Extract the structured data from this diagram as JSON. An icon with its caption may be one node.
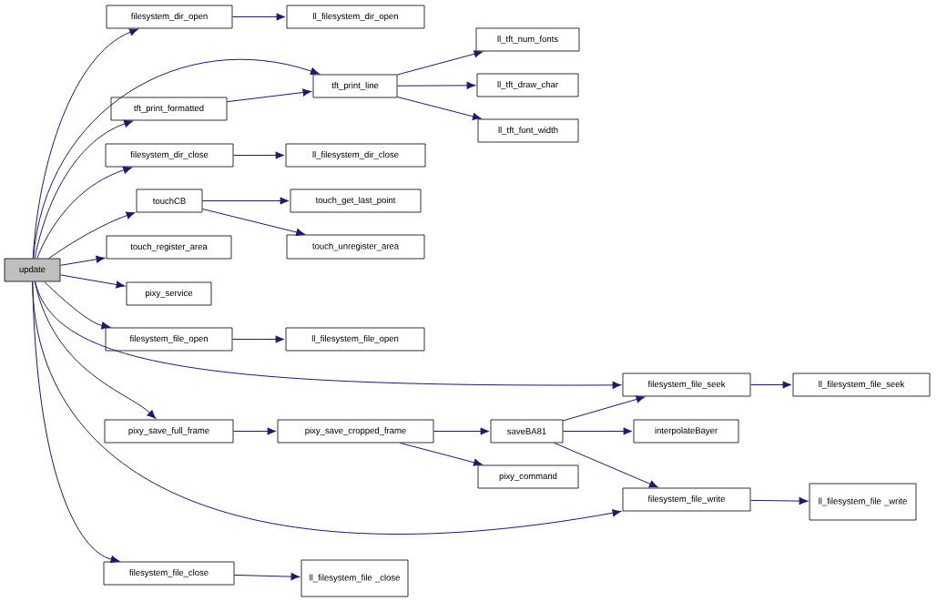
{
  "diagram": {
    "nodes": [
      {
        "text": [
          "update"
        ]
      },
      {
        "text": [
          "filesystem_dir_open"
        ]
      },
      {
        "text": [
          "ll_filesystem_dir_open"
        ]
      },
      {
        "text": [
          "tft_print_line"
        ]
      },
      {
        "text": [
          "ll_tft_num_fonts"
        ]
      },
      {
        "text": [
          "ll_tft_draw_char"
        ]
      },
      {
        "text": [
          "ll_tft_font_width"
        ]
      },
      {
        "text": [
          "tft_print_formatted"
        ]
      },
      {
        "text": [
          "filesystem_dir_close"
        ]
      },
      {
        "text": [
          "ll_filesystem_dir_close"
        ]
      },
      {
        "text": [
          "touchCB"
        ]
      },
      {
        "text": [
          "touch_get_last_point"
        ]
      },
      {
        "text": [
          "touch_unregister_area"
        ]
      },
      {
        "text": [
          "touch_register_area"
        ]
      },
      {
        "text": [
          "pixy_service"
        ]
      },
      {
        "text": [
          "filesystem_file_open"
        ]
      },
      {
        "text": [
          "ll_filesystem_file_open"
        ]
      },
      {
        "text": [
          "filesystem_file_seek"
        ]
      },
      {
        "text": [
          "ll_filesystem_file_seek"
        ]
      },
      {
        "text": [
          "pixy_save_full_frame"
        ]
      },
      {
        "text": [
          "pixy_save_cropped_frame"
        ]
      },
      {
        "text": [
          "saveBA81"
        ]
      },
      {
        "text": [
          "interpolateBayer"
        ]
      },
      {
        "text": [
          "pixy_command"
        ]
      },
      {
        "text": [
          "filesystem_file_write"
        ]
      },
      {
        "text": [
          "ll_filesystem_file _write"
        ]
      },
      {
        "text": [
          "filesystem_file_close"
        ]
      },
      {
        "text": [
          "ll_filesystem_file _close"
        ]
      }
    ],
    "edges": [
      {
        "from": 0,
        "to": 1,
        "arrow": "to"
      },
      {
        "from": 0,
        "to": 3,
        "arrow": "to"
      },
      {
        "from": 0,
        "to": 7,
        "arrow": "to"
      },
      {
        "from": 0,
        "to": 8,
        "arrow": "to"
      },
      {
        "from": 0,
        "to": 10,
        "arrow": "to"
      },
      {
        "from": 0,
        "to": 13,
        "arrow": "to"
      },
      {
        "from": 0,
        "to": 14,
        "arrow": "to"
      },
      {
        "from": 0,
        "to": 15,
        "arrow": "to"
      },
      {
        "from": 0,
        "to": 17,
        "arrow": "to"
      },
      {
        "from": 0,
        "to": 19,
        "arrow": "to"
      },
      {
        "from": 0,
        "to": 24,
        "arrow": "to"
      },
      {
        "from": 0,
        "to": 26,
        "arrow": "to"
      },
      {
        "from": 1,
        "to": 2,
        "arrow": "to"
      },
      {
        "from": 3,
        "to": 4,
        "arrow": "to"
      },
      {
        "from": 3,
        "to": 5,
        "arrow": "to"
      },
      {
        "from": 3,
        "to": 6,
        "arrow": "to"
      },
      {
        "from": 7,
        "to": 3,
        "arrow": "to"
      },
      {
        "from": 8,
        "to": 9,
        "arrow": "to"
      },
      {
        "from": 10,
        "to": 11,
        "arrow": "to"
      },
      {
        "from": 10,
        "to": 12,
        "arrow": "to"
      },
      {
        "from": 15,
        "to": 16,
        "arrow": "to"
      },
      {
        "from": 17,
        "to": 18,
        "arrow": "to"
      },
      {
        "from": 19,
        "to": 20,
        "arrow": "to"
      },
      {
        "from": 20,
        "to": 21,
        "arrow": "to"
      },
      {
        "from": 20,
        "to": 23,
        "arrow": "to"
      },
      {
        "from": 21,
        "to": 17,
        "arrow": "to"
      },
      {
        "from": 21,
        "to": 22,
        "arrow": "to"
      },
      {
        "from": 21,
        "to": 24,
        "arrow": "to"
      },
      {
        "from": 24,
        "to": 25,
        "arrow": "to"
      },
      {
        "from": 26,
        "to": 27,
        "arrow": "to"
      }
    ]
  }
}
